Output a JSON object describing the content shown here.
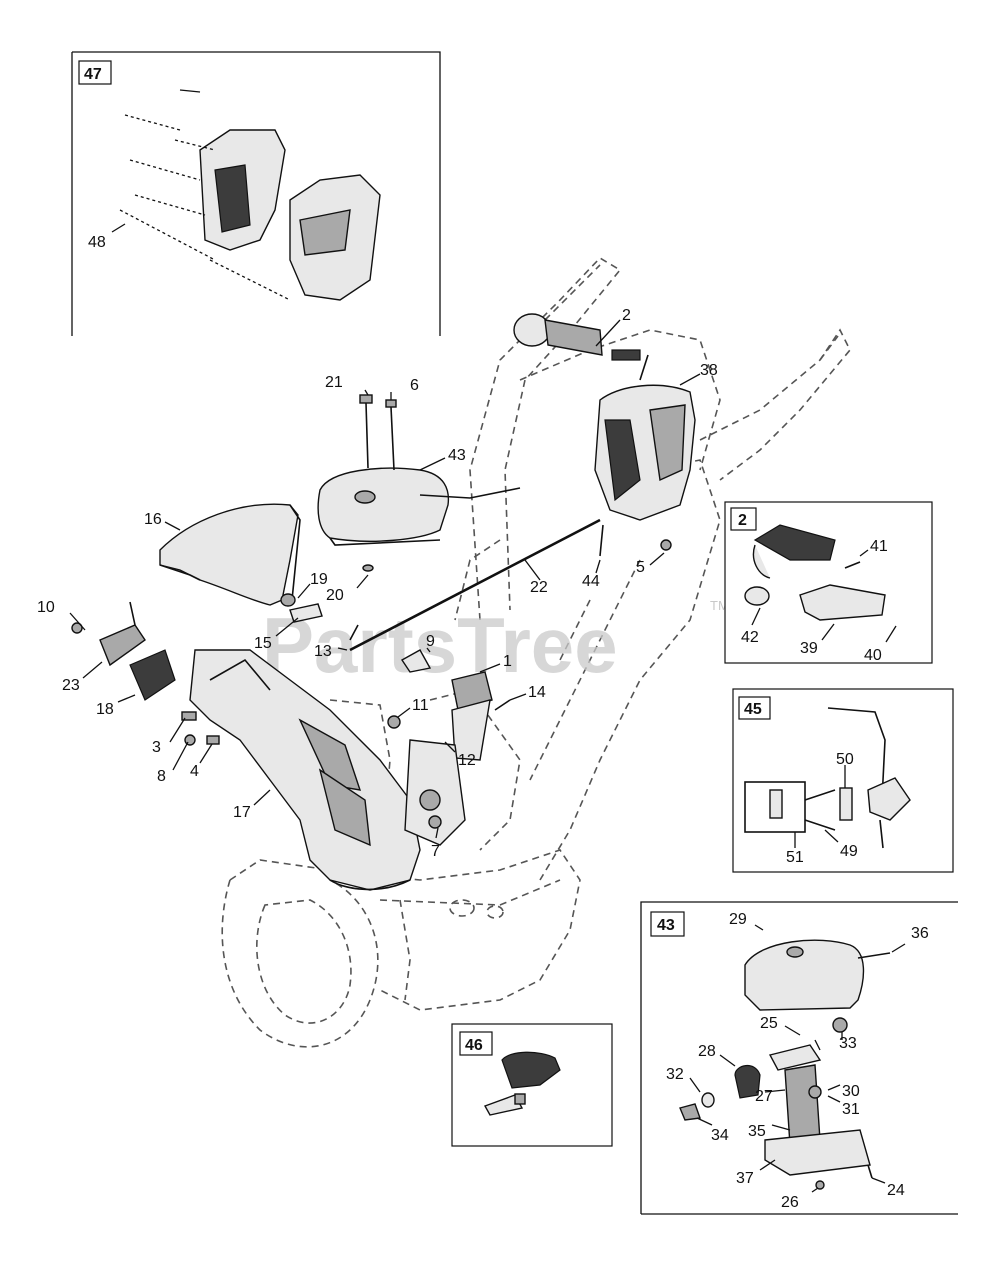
{
  "watermark": {
    "text": "PartsTree",
    "trademark": "TM"
  },
  "detail_boxes": [
    {
      "id": "47"
    },
    {
      "id": "2"
    },
    {
      "id": "45"
    },
    {
      "id": "43"
    },
    {
      "id": "46"
    }
  ],
  "callouts": {
    "c1": "1",
    "c2": "2",
    "c3": "3",
    "c4": "4",
    "c5": "5",
    "c6": "6",
    "c7": "7",
    "c8": "8",
    "c9": "9",
    "c10": "10",
    "c11": "11",
    "c12": "12",
    "c13": "13",
    "c14": "14",
    "c15": "15",
    "c16": "16",
    "c17": "17",
    "c18": "18",
    "c19": "19",
    "c20": "20",
    "c21": "21",
    "c22": "22",
    "c23": "23",
    "c24": "24",
    "c25": "25",
    "c26": "26",
    "c27": "27",
    "c28": "28",
    "c29": "29",
    "c30": "30",
    "c31": "31",
    "c32": "32",
    "c33": "33",
    "c34": "34",
    "c35": "35",
    "c36": "36",
    "c37": "37",
    "c38": "38",
    "c39": "39",
    "c40": "40",
    "c41": "41",
    "c42": "42",
    "c43": "43",
    "c44": "44",
    "c45": "45",
    "c46": "46",
    "c47": "47",
    "c48": "48",
    "c49": "49",
    "c50": "50",
    "c51": "51"
  }
}
